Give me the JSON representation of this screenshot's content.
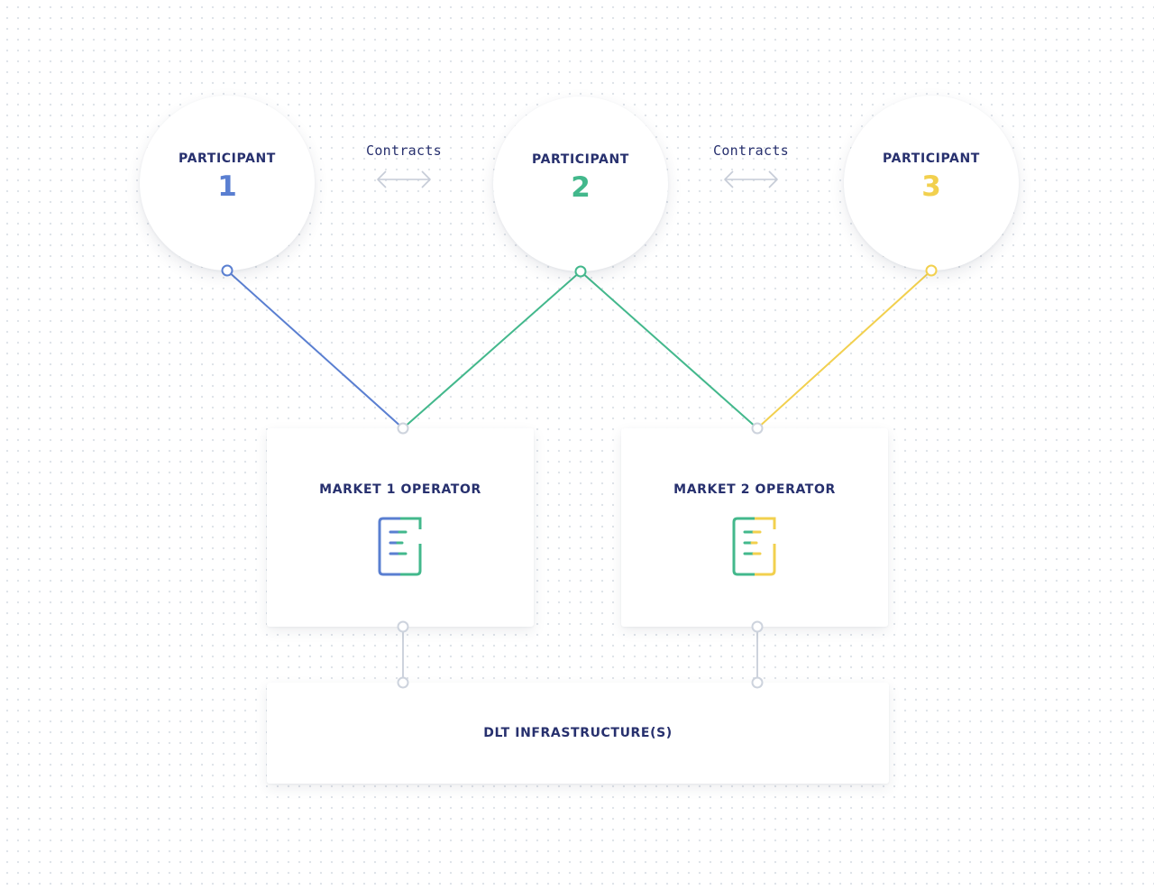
{
  "participants": [
    {
      "label": "PARTICIPANT",
      "number": "1",
      "color": "#5a7fd1"
    },
    {
      "label": "PARTICIPANT",
      "number": "2",
      "color": "#43b88c"
    },
    {
      "label": "PARTICIPANT",
      "number": "3",
      "color": "#f2d04e"
    }
  ],
  "contracts": [
    {
      "label": "Contracts"
    },
    {
      "label": "Contracts"
    }
  ],
  "markets": [
    {
      "title": "MARKET 1 OPERATOR",
      "icon": "ledger-document-icon",
      "colors": [
        "#5a7fd1",
        "#43b88c"
      ]
    },
    {
      "title": "MARKET 2 OPERATOR",
      "icon": "ledger-document-icon",
      "colors": [
        "#43b88c",
        "#f2d04e"
      ]
    }
  ],
  "infrastructure": {
    "title": "DLT INFRASTRUCTURE(S)"
  },
  "colors": {
    "text": "#27306e",
    "participant_1": "#5a7fd1",
    "participant_2": "#43b88c",
    "participant_3": "#f2d04e",
    "connector_gray": "#cdd3dd"
  },
  "connections": [
    {
      "from": "participant-1",
      "to": "market-1",
      "color": "#5a7fd1"
    },
    {
      "from": "participant-2",
      "to": "market-1",
      "color": "#43b88c"
    },
    {
      "from": "participant-2",
      "to": "market-2",
      "color": "#43b88c"
    },
    {
      "from": "participant-3",
      "to": "market-2",
      "color": "#f2d04e"
    },
    {
      "from": "market-1",
      "to": "dlt-infrastructure",
      "color": "#cdd3dd"
    },
    {
      "from": "market-2",
      "to": "dlt-infrastructure",
      "color": "#cdd3dd"
    }
  ]
}
